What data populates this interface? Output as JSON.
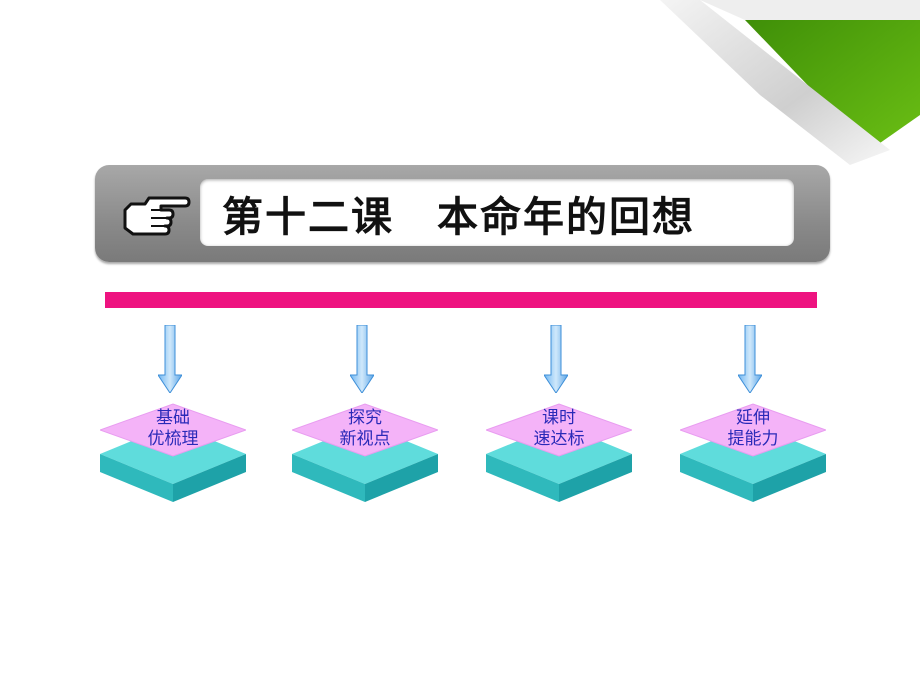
{
  "title": "第十二课　本命年的回想",
  "boxes": [
    {
      "line1": "基础",
      "line2": "优梳理"
    },
    {
      "line1": "探究",
      "line2": "新视点"
    },
    {
      "line1": "课时",
      "line2": "速达标"
    },
    {
      "line1": "延伸",
      "line2": "提能力"
    }
  ],
  "colors": {
    "accent_line": "#ee1380",
    "top_layer": "#f4aef8",
    "base_layer": "#3fd1d2",
    "corner": "#5aa60c"
  },
  "icons": [
    "pointing-hand-icon",
    "down-arrow-icon"
  ]
}
